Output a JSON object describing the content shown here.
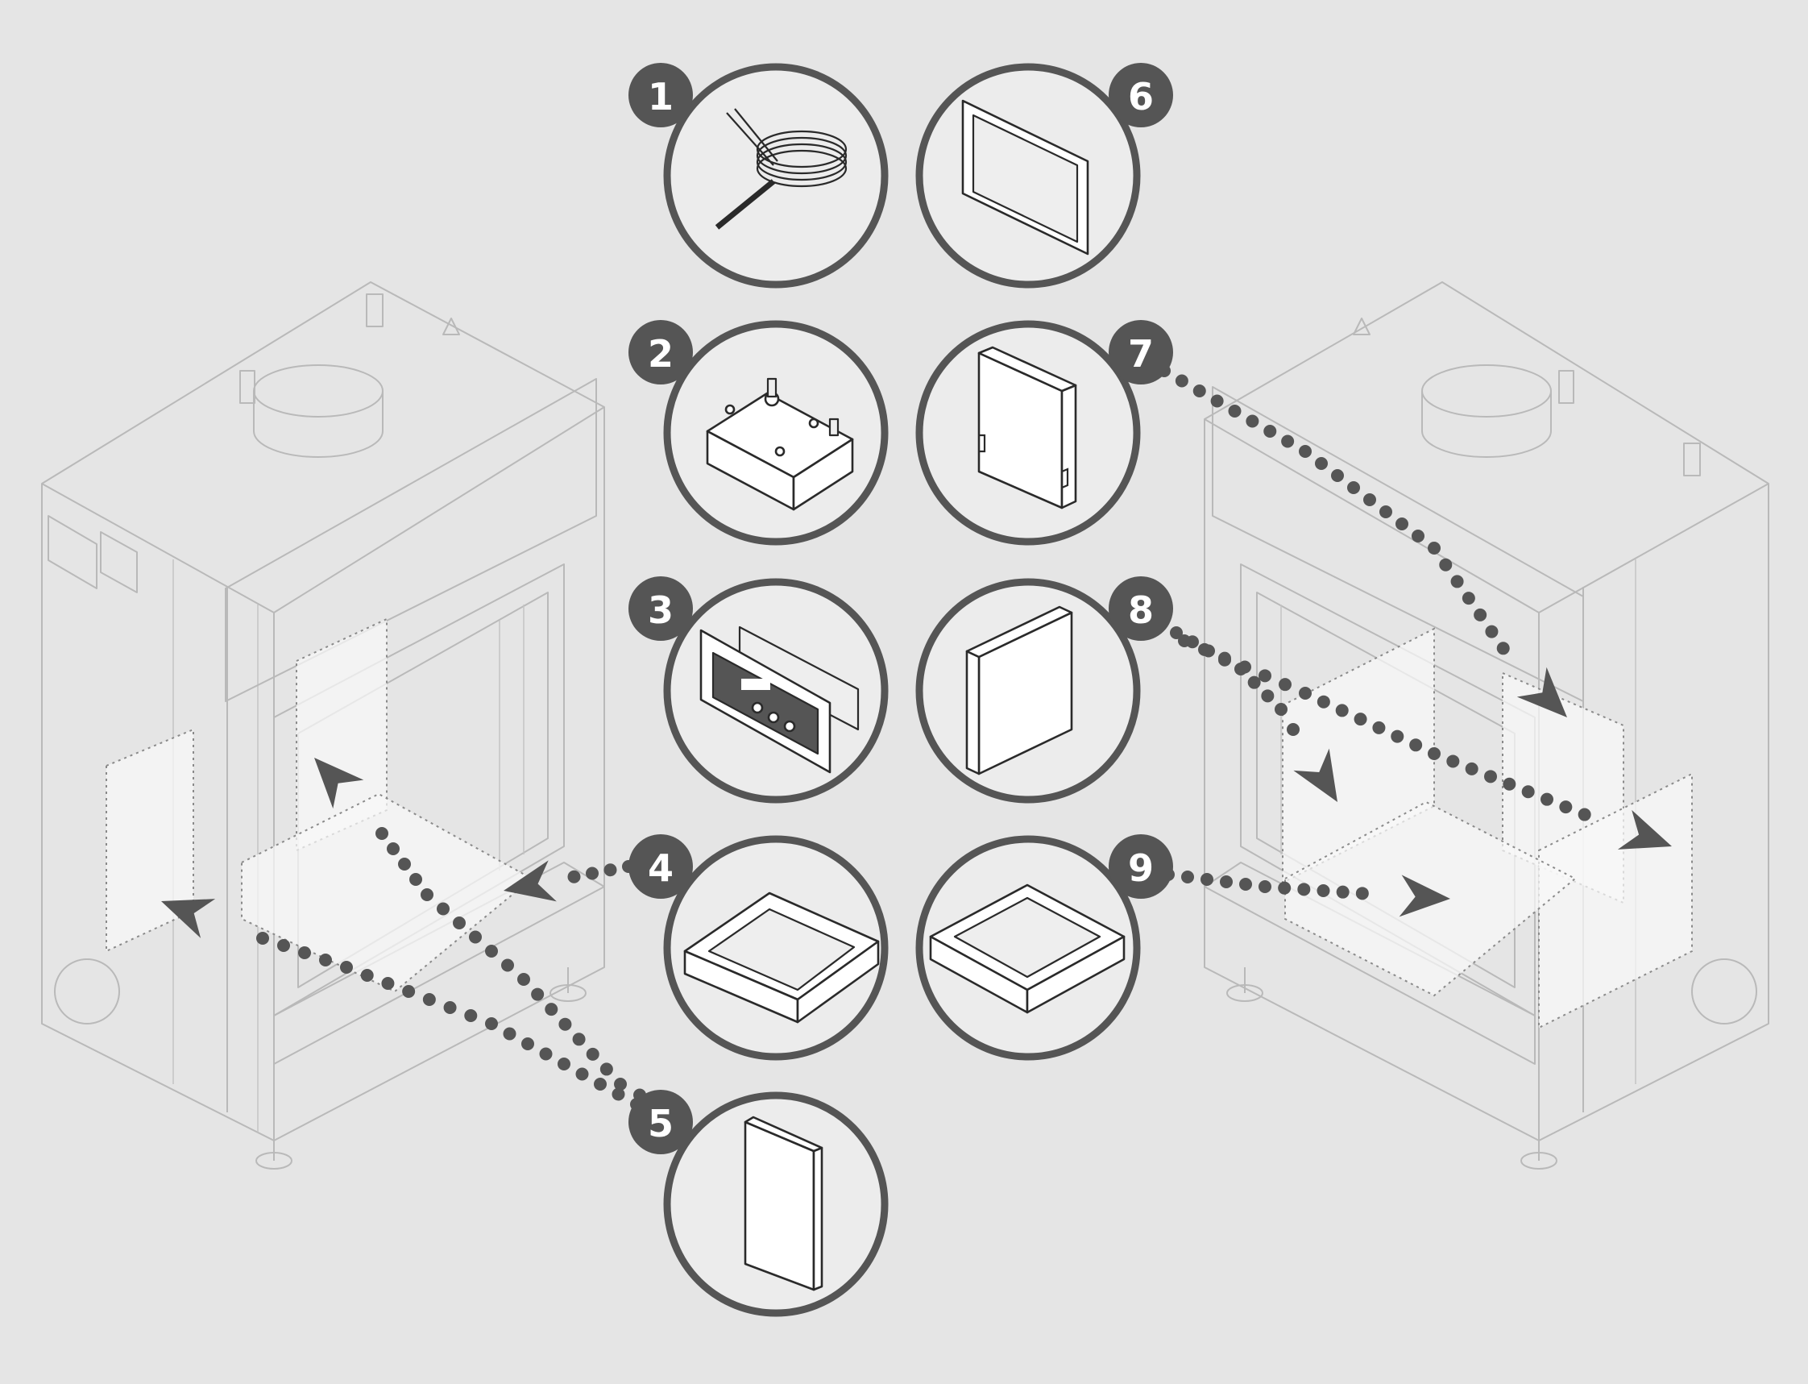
{
  "colors": {
    "background": "#e5e5e5",
    "badge": "#555555",
    "dots": "#555555",
    "ring": "#555555"
  },
  "callouts": [
    {
      "number": "1",
      "part_icon": "sensor-cable-coil-icon"
    },
    {
      "number": "2",
      "part_icon": "actuator-motor-box-icon"
    },
    {
      "number": "3",
      "part_icon": "control-display-panel-icon"
    },
    {
      "number": "4",
      "part_icon": "ash-tray-icon"
    },
    {
      "number": "5",
      "part_icon": "insulation-board-icon"
    },
    {
      "number": "6",
      "part_icon": "flat-panel-plate-icon"
    },
    {
      "number": "7",
      "part_icon": "notched-side-board-icon"
    },
    {
      "number": "8",
      "part_icon": "side-board-icon"
    },
    {
      "number": "9",
      "part_icon": "base-tray-icon"
    }
  ]
}
